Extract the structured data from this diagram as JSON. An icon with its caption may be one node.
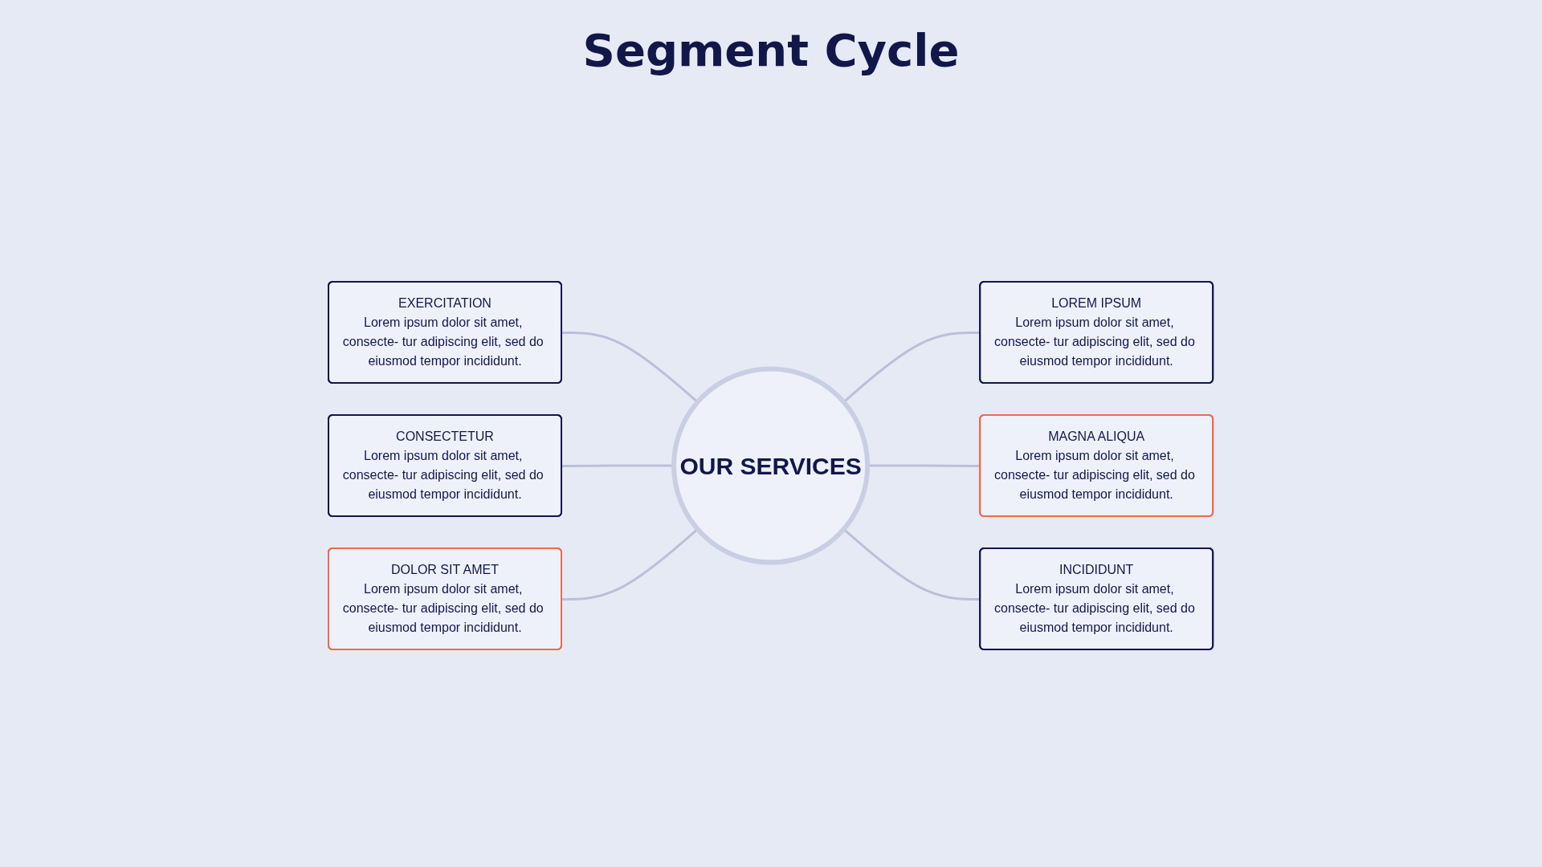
{
  "diagram": {
    "title": "Segment Cycle",
    "nodes": [
      {
        "text": [
          "OUR SERVICES"
        ]
      },
      {
        "text": [
          "EXERCITATION",
          "Lorem ipsum dolor sit amet, consecte- tur adipiscing elit, sed do eiusmod tempor incididunt."
        ]
      },
      {
        "text": [
          "CONSECTETUR",
          "Lorem ipsum dolor sit amet, consecte- tur adipiscing elit, sed do eiusmod tempor incididunt."
        ]
      },
      {
        "text": [
          "DOLOR SIT AMET",
          "Lorem ipsum dolor sit amet, consecte- tur adipiscing elit, sed do eiusmod tempor incididunt."
        ]
      },
      {
        "text": [
          "LOREM IPSUM",
          "Lorem ipsum dolor sit amet, consecte- tur adipiscing elit, sed do eiusmod tempor incididunt."
        ]
      },
      {
        "text": [
          "MAGNA ALIQUA",
          "Lorem ipsum dolor sit amet, consecte- tur adipiscing elit, sed do eiusmod tempor incididunt."
        ]
      },
      {
        "text": [
          "INCIDIDUNT",
          "Lorem ipsum dolor sit amet, consecte- tur adipiscing elit, sed do eiusmod tempor incididunt."
        ]
      }
    ],
    "edges": [
      {
        "from": 1,
        "to": 0,
        "arrow": "none"
      },
      {
        "from": 2,
        "to": 0,
        "arrow": "none"
      },
      {
        "from": 3,
        "to": 0,
        "arrow": "none"
      },
      {
        "from": 0,
        "to": 4,
        "arrow": "none"
      },
      {
        "from": 0,
        "to": 5,
        "arrow": "none"
      },
      {
        "from": 0,
        "to": 6,
        "arrow": "none"
      }
    ]
  }
}
